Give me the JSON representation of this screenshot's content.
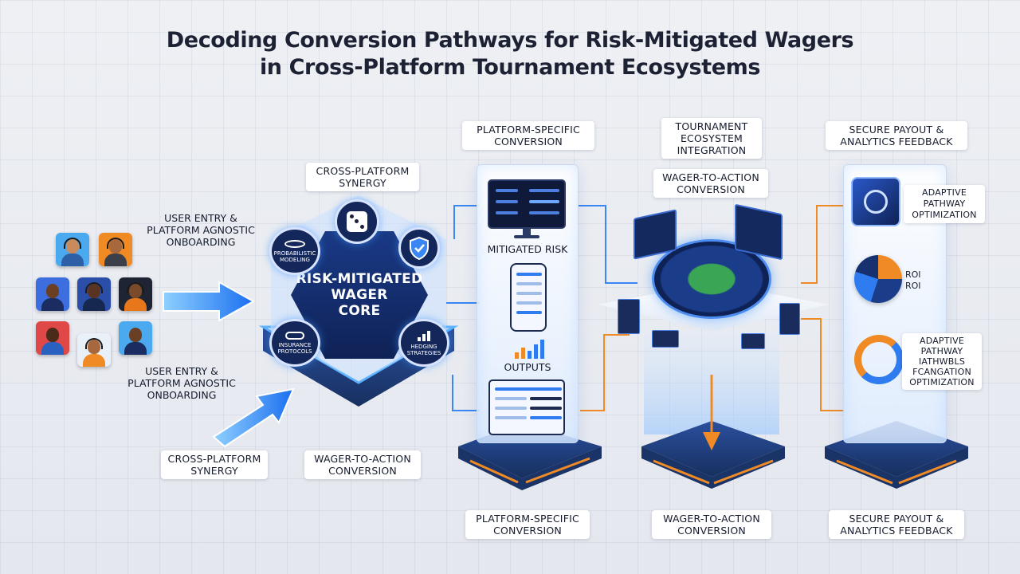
{
  "title": {
    "line1": "Decoding Conversion Pathways for Risk-Mitigated Wagers",
    "line2": "in Cross-Platform Tournament Ecosystems"
  },
  "left": {
    "entry_top": "USER ENTRY &\nPLATFORM AGNOSTIC\nONBOARDING",
    "entry_bottom": "USER ENTRY &\nPLATFORM AGNOSTIC\nONBOARDING",
    "synergy_bottom": "CROSS-PLATFORM\nSYNERGY"
  },
  "core": {
    "synergy_top": "CROSS-PLATFORM\nSYNERGY",
    "title": "RISK-MITIGATED\nWAGER\nCORE",
    "node_top_left": "PROBABILISTIC\nMODELING",
    "node_bottom_left": "INSURANCE\nPROTOCOLS",
    "node_bottom_right": "HEDGING\nSTRATEGIES",
    "wager_bottom": "WAGER-TO-ACTION\nCONVERSION"
  },
  "platform": {
    "top_label": "PLATFORM-SPECIFIC\nCONVERSION",
    "mitigated_risk": "MITIGATED RISK",
    "outputs": "OUTPUTS",
    "bottom_label": "PLATFORM-SPECIFIC\nCONVERSION"
  },
  "tournament": {
    "top_label": "TOURNAMENT\nECOSYSTEM\nINTEGRATION",
    "wager_label": "WAGER-TO-ACTION\nCONVERSION",
    "bottom_label": "WAGER-TO-ACTION\nCONVERSION"
  },
  "payout": {
    "top_label": "SECURE PAYOUT &\nANALYTICS FEEDBACK",
    "item1": "ADAPTIVE\nPATHWAY\nOPTIMIZATION",
    "item2": "ROI\nROI",
    "item3": "ADAPTIVE\nPATHWAY\nIATHWBLS\nFCANGATION\nOPTIMIZATION",
    "bottom_label": "SECURE PAYOUT &\nANALYTICS FEEDBACK"
  },
  "colors": {
    "accent_blue": "#2f7bf0",
    "connector_orange": "#f08a24",
    "core_navy": "#13265a"
  }
}
